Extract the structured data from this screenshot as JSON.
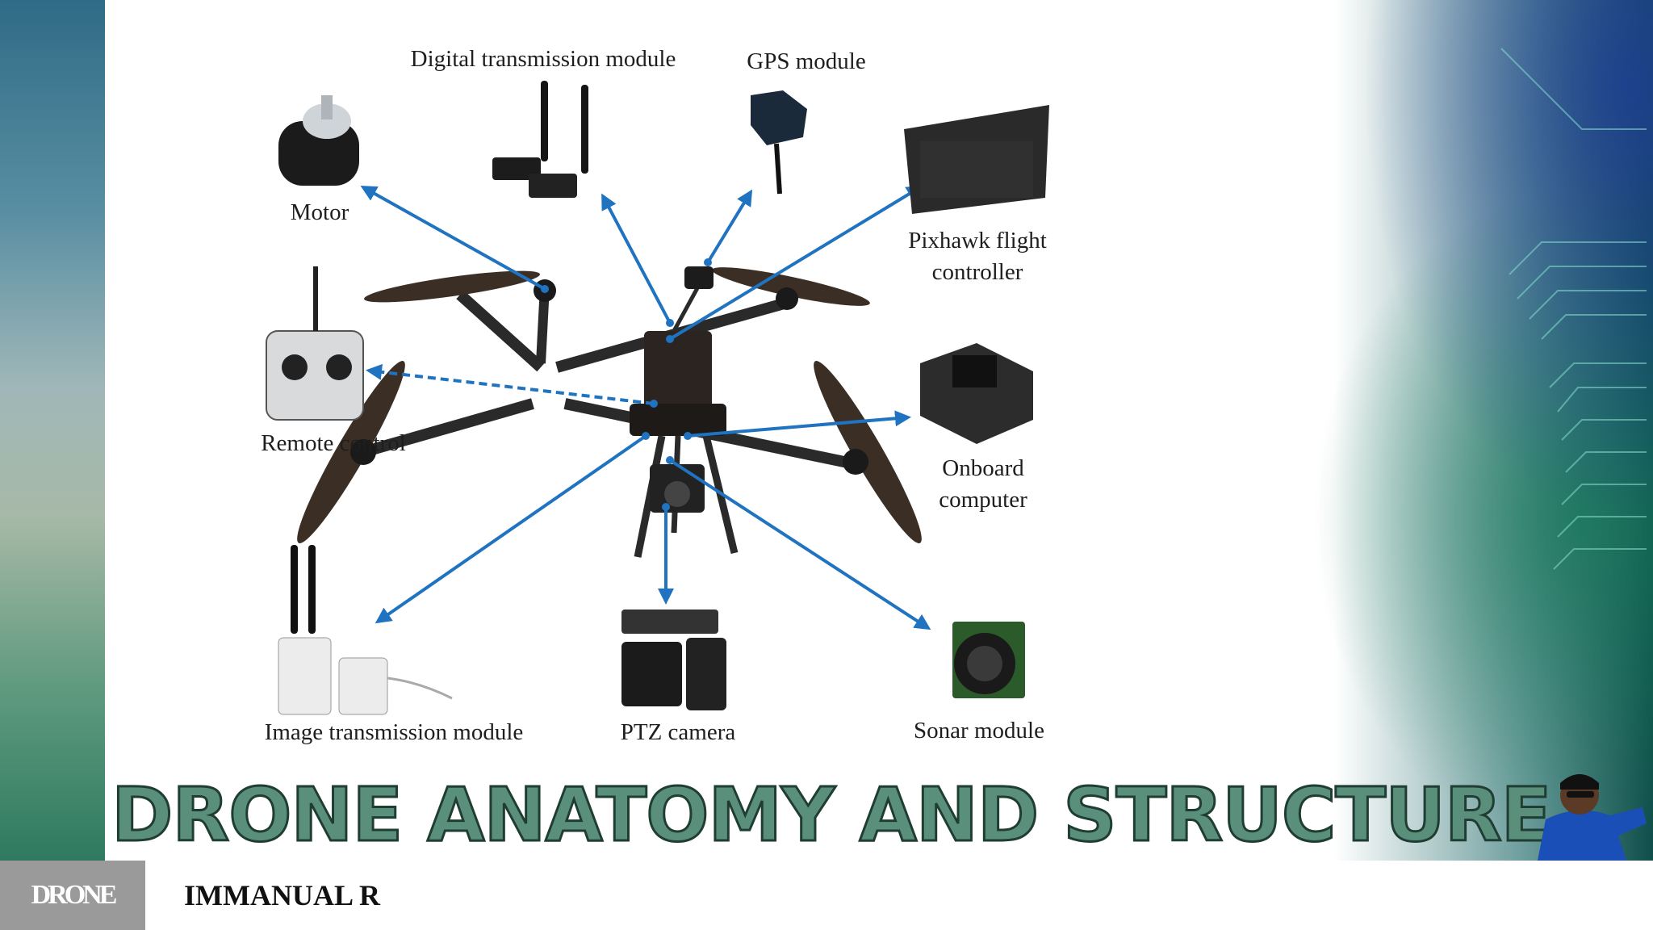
{
  "slide": {
    "title": "DRONE ANATOMY AND STRUCTURE",
    "author": "IMMANUAL R",
    "logo_text": "DRONE"
  },
  "diagram": {
    "components": {
      "motor": "Motor",
      "digital_transmission": "Digital transmission module",
      "gps": "GPS module",
      "pixhawk_line1": "Pixhawk flight",
      "pixhawk_line2": "controller",
      "remote_control": "Remote control",
      "onboard_line1": "Onboard",
      "onboard_line2": "computer",
      "image_transmission": "Image transmission module",
      "ptz_camera": "PTZ camera",
      "sonar": "Sonar module"
    }
  },
  "colors": {
    "arrow": "#1f73c0",
    "title_fill": "#5a8f7b",
    "title_outline": "#1f3d33",
    "logo_bg": "#9a9a9a"
  }
}
